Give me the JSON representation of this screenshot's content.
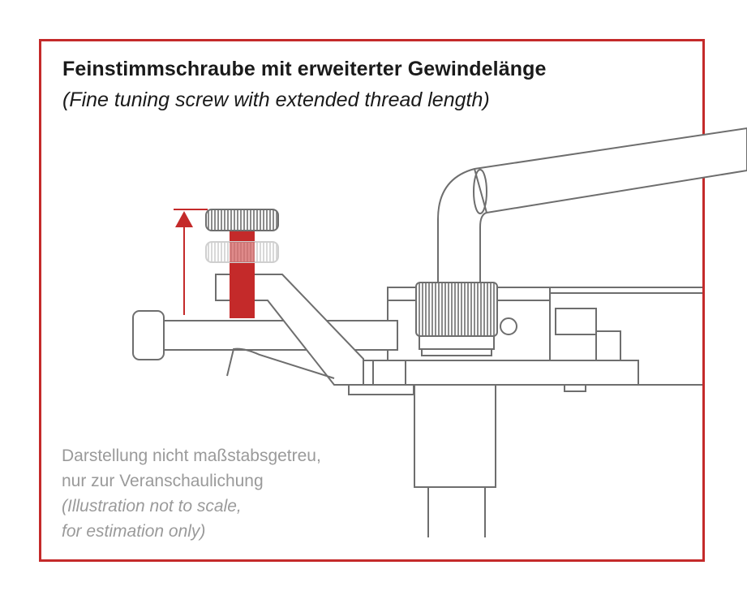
{
  "heading": {
    "title": "Feinstimmschraube mit erweiterter Gewindelänge",
    "subtitle": "(Fine tuning screw with extended thread length)"
  },
  "note": {
    "line1": "Darstellung nicht maßstabsgetreu,",
    "line2": "nur zur Veranschaulichung",
    "line3": "(Illustration not to scale,",
    "line4": "for estimation only)"
  },
  "colors": {
    "accent": "#c42a2a",
    "line": "#6e6e6e",
    "ghost": "#c9c9c9",
    "note_text": "#9a9a9a"
  }
}
